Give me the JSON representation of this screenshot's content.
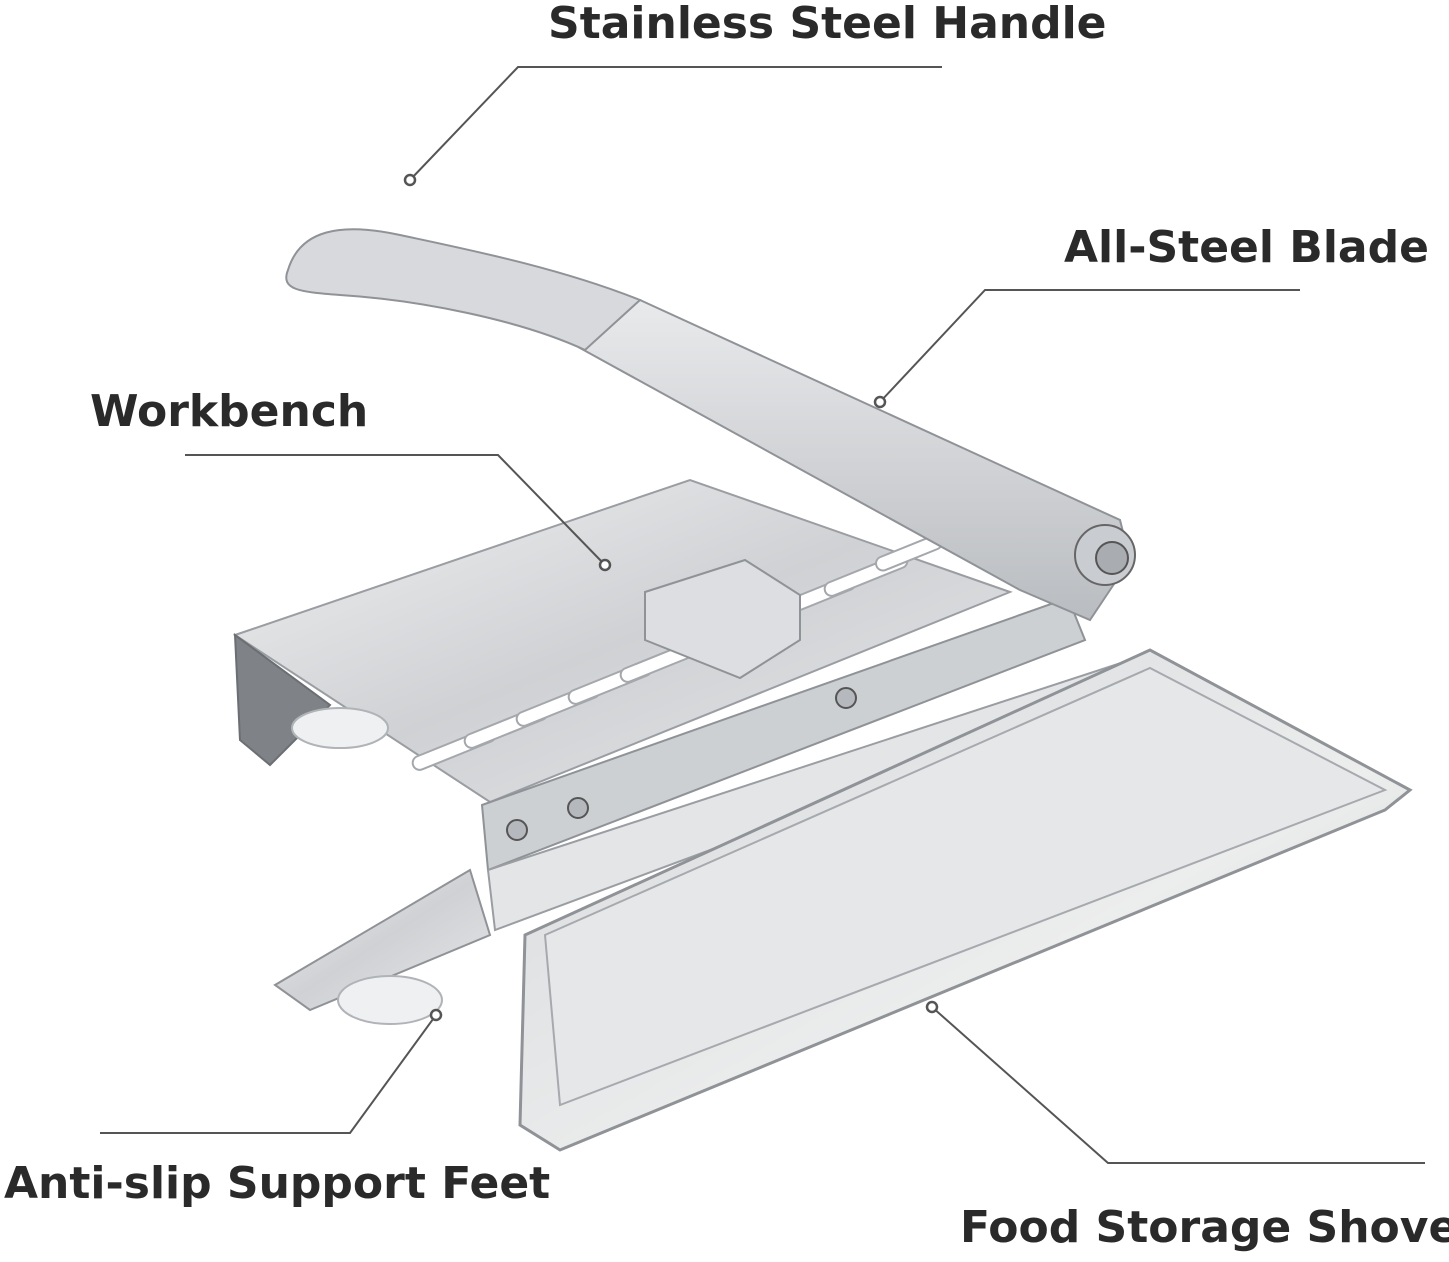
{
  "labels": {
    "handle": "Stainless Steel Handle",
    "blade": "All-Steel Blade",
    "workbench": "Workbench",
    "feet": "Anti-slip Support Feet",
    "shovel": "Food Storage Shovel"
  },
  "colors": {
    "text": "#2a2a2a",
    "leader": "#555555",
    "steel_light": "#e2e4e6",
    "steel_mid": "#c6c8cb",
    "steel_dark": "#8f9296"
  }
}
